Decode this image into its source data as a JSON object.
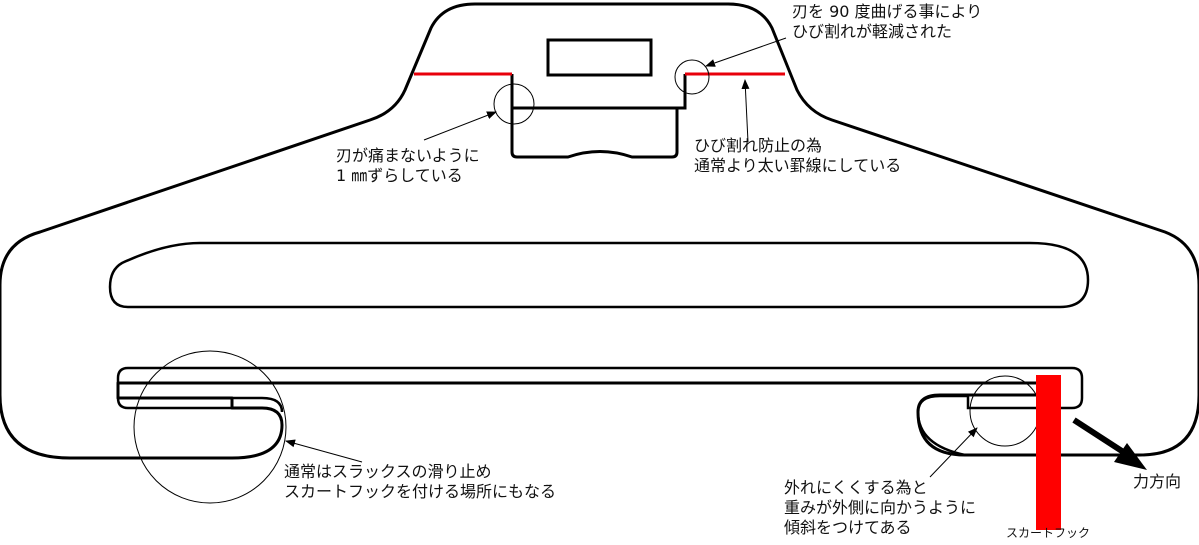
{
  "annotations": {
    "blade_bend": {
      "line1": "刃を 90 度曲げる事により",
      "line2": "ひび割れが軽減された"
    },
    "blade_offset": {
      "line1": "刃が痛まないように",
      "line2": "1 ㎜ずらしている"
    },
    "crack_prevention": {
      "line1": "ひび割れ防止の為",
      "line2": "通常より太い罫線にしている"
    },
    "skirt_hook_area": {
      "line1": "通常はスラックスの滑り止め",
      "line2": "スカートフックを付ける場所にもなる"
    },
    "tilt_note": {
      "line1": "外れにくくする為と",
      "line2": "重みが外側に向かうように",
      "line3": "傾斜をつけてある"
    },
    "force_direction": "力方向",
    "skirt_hook": "スカートフック"
  },
  "colors": {
    "outline": "#000000",
    "thick_rule": "#e8000b",
    "hook": "#ff0000",
    "background": "#ffffff"
  }
}
